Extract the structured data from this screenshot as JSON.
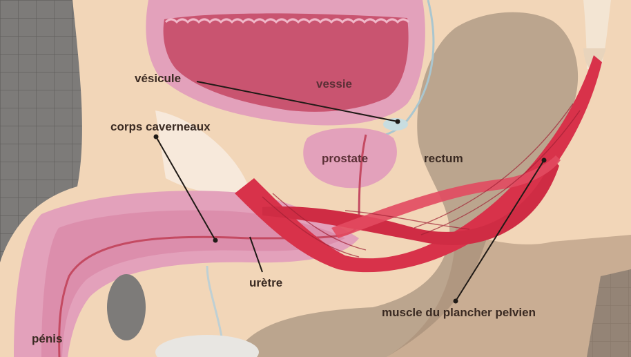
{
  "diagram": {
    "labels": {
      "vesicule": "vésicule",
      "vessie": "vessie",
      "corps_caverneaux": "corps caverneaux",
      "prostate": "prostate",
      "rectum": "rectum",
      "uretre": "urètre",
      "muscle": "muscle du plancher pelvien",
      "penis": "pénis"
    },
    "colors": {
      "grid_background": "#7b7b7b",
      "skin": "#f2d6b8",
      "pink_organ": "#e8a6bf",
      "bladder_fill": "#c8566e",
      "muscle": "#d8324a",
      "rectum": "#b8a089",
      "bone": "#f7ead9",
      "leader_line": "#1f1a16"
    }
  }
}
